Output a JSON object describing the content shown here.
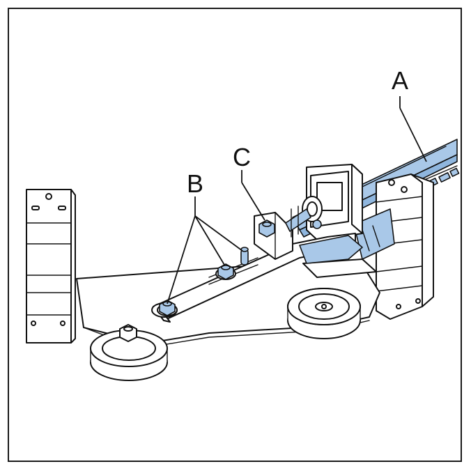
{
  "callouts": {
    "a": {
      "label": "A"
    },
    "b": {
      "label": "B"
    },
    "c": {
      "label": "C"
    }
  },
  "colors": {
    "highlight": "#a9c8e8",
    "outline": "#111111",
    "background": "#ffffff"
  }
}
